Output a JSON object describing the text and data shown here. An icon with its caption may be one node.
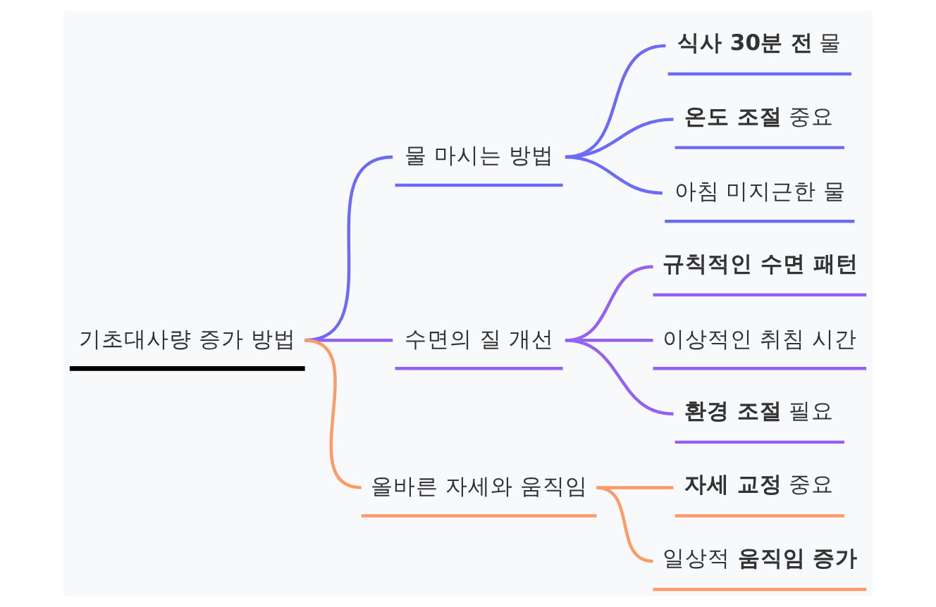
{
  "diagram": {
    "nodes": [
      {
        "text": [
          "기초대사량 증가 방법"
        ]
      },
      {
        "text": [
          "물 마시는 방법"
        ]
      },
      {
        "text": [
          "**식사 30분 전** 물"
        ]
      },
      {
        "text": [
          "**온도 조절** 중요"
        ]
      },
      {
        "text": [
          "아침 미지근한 물"
        ]
      },
      {
        "text": [
          "수면의 질 개선"
        ]
      },
      {
        "text": [
          "**규칙적인 수면 패턴**"
        ]
      },
      {
        "text": [
          "이상적인 취침 시간"
        ]
      },
      {
        "text": [
          "**환경 조절** 필요"
        ]
      },
      {
        "text": [
          "올바른 자세와 움직임"
        ]
      },
      {
        "text": [
          "**자세 교정** 중요"
        ]
      },
      {
        "text": [
          "일상적 **움직임 증가**"
        ]
      }
    ],
    "edges": [
      {
        "from": 0,
        "to": 1,
        "arrow": "none",
        "color": "#6b6bf7"
      },
      {
        "from": 1,
        "to": 2,
        "arrow": "none",
        "color": "#6b6bf7"
      },
      {
        "from": 1,
        "to": 3,
        "arrow": "none",
        "color": "#6b6bf7"
      },
      {
        "from": 1,
        "to": 4,
        "arrow": "none",
        "color": "#6b6bf7"
      },
      {
        "from": 0,
        "to": 5,
        "arrow": "none",
        "color": "#9460f5"
      },
      {
        "from": 5,
        "to": 6,
        "arrow": "none",
        "color": "#9460f5"
      },
      {
        "from": 5,
        "to": 7,
        "arrow": "none",
        "color": "#9460f5"
      },
      {
        "from": 5,
        "to": 8,
        "arrow": "none",
        "color": "#9460f5"
      },
      {
        "from": 0,
        "to": 9,
        "arrow": "none",
        "color": "#ff9966"
      },
      {
        "from": 9,
        "to": 10,
        "arrow": "none",
        "color": "#ff9966"
      },
      {
        "from": 9,
        "to": 11,
        "arrow": "none",
        "color": "#ff9966"
      }
    ]
  }
}
